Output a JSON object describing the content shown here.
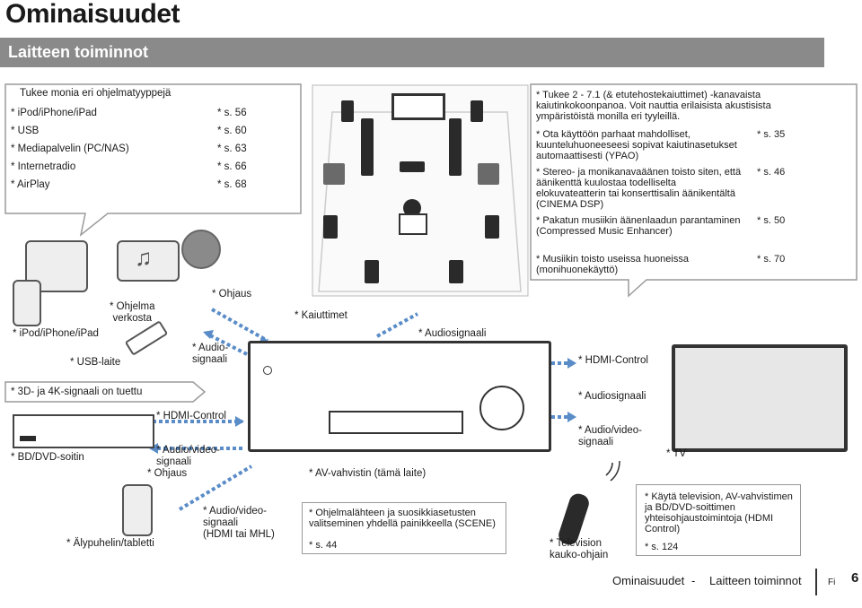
{
  "header": {
    "title": "Ominaisuudet",
    "section": "Laitteen toiminnot"
  },
  "sources_bubble": {
    "heading": "Tukee monia eri ohjelmatyyppejä",
    "items": [
      {
        "label": "* iPod/iPhone/iPad",
        "page": "* s. 56"
      },
      {
        "label": "* USB",
        "page": "* s. 60"
      },
      {
        "label": "* Mediapalvelin (PC/NAS)",
        "page": "* s. 63"
      },
      {
        "label": "* Internetradio",
        "page": "* s. 66"
      },
      {
        "label": "* AirPlay",
        "page": "* s. 68"
      }
    ]
  },
  "features_bubble": {
    "intro": "* Tukee 2 - 7.1 (& etutehostekaiuttimet) -kanavaista kaiutinkokoonpanoa. Voit nauttia erilaisista akustisista ympäristöistä monilla eri tyyleillä.",
    "items": [
      {
        "text": "* Ota käyttöön parhaat mahdolliset, kuunteluhuoneeseesi sopivat kaiutinasetukset automaattisesti (YPAO)",
        "page": "* s. 35"
      },
      {
        "text": "* Stereo- ja monikanavaäänen toisto siten, että äänikenttä kuulostaa todelliselta elokuvateatterin tai konserttisalin äänikentältä (CINEMA DSP)",
        "page": "* s. 46"
      },
      {
        "text": "* Pakatun musiikin äänenlaadun parantaminen (Compressed Music Enhancer)",
        "page": "* s. 50"
      },
      {
        "text": "* Musiikin toisto useissa huoneissa (monihuonekäyttö)",
        "page": "* s. 70"
      }
    ]
  },
  "labels": {
    "ipod": "* iPod/iPhone/iPad",
    "program_net": "* Ohjelma\nverkosta",
    "usb_device": "* USB-laite",
    "control_top": "* Ohjaus",
    "audio_signal_left": "* Audio-\nsignaali",
    "speakers": "* Kaiuttimet",
    "audio_signal_top": "* Audiosignaali",
    "hdmi_control_right": "* HDMI-Control",
    "audio_signal_right": "* Audiosignaali",
    "av_signal_right": "* Audio/video-\nsignaali",
    "tv": "* TV",
    "support_3d": "* 3D- ja 4K-signaali on tuettu",
    "hdmi_control_left": "* HDMI-Control",
    "av_signal_left": "* Audio/video-\nsignaali",
    "control_left": "* Ohjaus",
    "bd_dvd": "* BD/DVD-soitin",
    "receiver": "* AV-vahvistin (tämä laite)",
    "mhl_signal": "* Audio/video-\nsignaali\n(HDMI tai MHL)",
    "smartphone": "* Älypuhelin/tabletti",
    "remote": "* Television\nkauko-ohjain"
  },
  "scene_box": {
    "text": "* Ohjelmalähteen ja suosikkiasetusten valitseminen yhdellä painikkeella (SCENE)",
    "page": "* s. 44"
  },
  "tv_control_box": {
    "text": "* Käytä television, AV-vahvistimen ja BD/DVD-soittimen yhteisohjaustoimintoja (HDMI Control)",
    "page": "* s. 124"
  },
  "footer": {
    "chapter": "Ominaisuudet",
    "dash": "-",
    "section": "Laitteen toiminnot",
    "lang": "Fi",
    "page_number": "6"
  },
  "colors": {
    "section_bar": "#8a8a8a",
    "arrow": "#5a8cc8",
    "device_dark": "#2a2a2a"
  }
}
